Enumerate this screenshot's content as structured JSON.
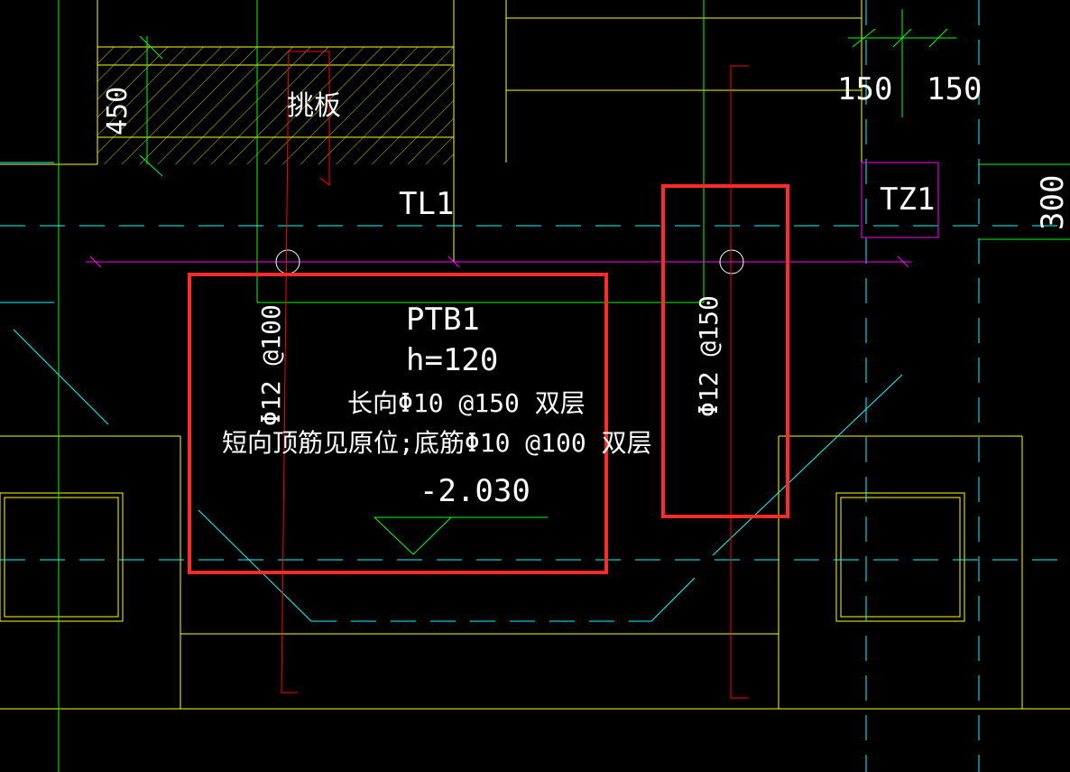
{
  "drawing": {
    "background": "#000000",
    "colors": {
      "beam_line": "#ffff00",
      "axis": "#00ff00",
      "cyan": "#00ffff",
      "magenta": "#ff00ff",
      "rebar": "#ff0000",
      "text": "#ffffff",
      "highlight": "#ff2a2a"
    },
    "dimensions": {
      "left_vertical": "450",
      "top_left": "150",
      "top_right": "150",
      "right_vertical": "300"
    },
    "labels": {
      "cantilever_slab": "挑板",
      "beam": "TL1",
      "column": "TZ1"
    },
    "slab": {
      "name": "PTB1",
      "thickness": "h=120",
      "long_rebar": "长向Φ10 @150 双层",
      "short_rebar": "短向顶筋见原位;底筋Φ10 @100 双层",
      "elevation": "-2.030"
    },
    "rebar_labels": {
      "left": "Φ12 @100",
      "right": "Φ12 @150"
    }
  }
}
